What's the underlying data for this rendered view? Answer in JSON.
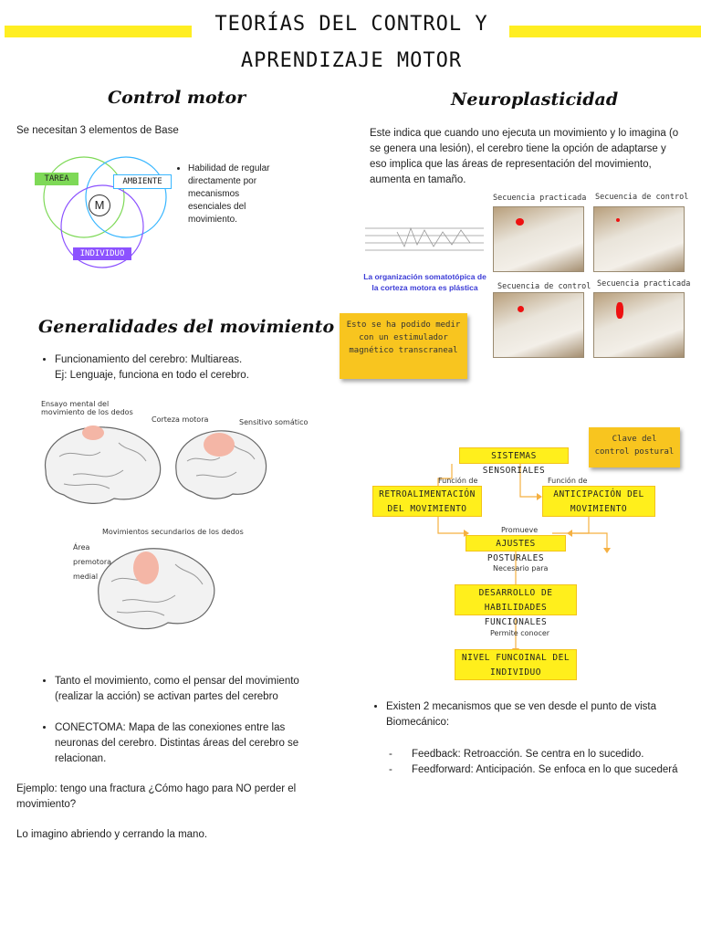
{
  "title": {
    "line1": "TEORÍAS DEL CONTROL Y",
    "line2": "APRENDIZAJE MOTOR"
  },
  "control_motor": {
    "heading": "Control motor",
    "intro": "Se necesitan 3 elementos de Base",
    "venn": {
      "tarea": "TAREA",
      "ambiente": "AMBIENTE",
      "individuo": "INDIVIDUO",
      "center": "M"
    },
    "bullet": "Habilidad de regular directamente por mecanismos esenciales del movimiento."
  },
  "neuroplasticidad": {
    "heading": "Neuroplasticidad",
    "text": "Este indica que cuando uno ejecuta un movimiento y lo imagina (o se genera una lesión), el cerebro tiene la opción de adaptarse y eso implica que las áreas de representación del movimiento, aumenta en tamaño.",
    "graph_caption": "La organización somatotópica de la corteza motora es plástica",
    "sticky": "Esto se ha podido medir con un estimulador magnético transcraneal",
    "photos": [
      "Secuencia practicada",
      "Secuencia de control",
      "Secuencia de control",
      "Secuencia practicada"
    ]
  },
  "generalidades": {
    "heading": "Generalidades del movimiento",
    "bullet1_line1": "Funcionamiento del cerebro: Multiareas.",
    "bullet1_line2": "Ej: Lenguaje, funciona en todo el cerebro.",
    "brain_labels": {
      "ensayo": "Ensayo mental del movimiento de los dedos",
      "corteza": "Corteza motora",
      "sensitivo": "Sensitivo somático",
      "secundarios": "Movimientos secundarios de los dedos",
      "premotora": "Área premotora medial"
    },
    "bullet2": "Tanto el movimiento, como el pensar del movimiento (realizar la acción) se activan partes del cerebro",
    "bullet3": "CONECTOMA: Mapa de las conexiones entre las neuronas del cerebro. Distintas áreas del cerebro se relacionan.",
    "example": "Ejemplo: tengo una fractura ¿Cómo hago para NO perder el movimiento?",
    "answer": "Lo imagino abriendo y cerrando la mano."
  },
  "flow": {
    "sticky": "Clave del control postural",
    "sensoriales": "SISTEMAS SENSORIALES",
    "label_fn1": "Función de",
    "label_fn2": "Función de",
    "retro": "RETROALIMENTACIÓN DEL MOVIMIENTO",
    "antic": "ANTICIPACIÓN DEL MOVIMIENTO",
    "promueve": "Promueve",
    "ajustes": "AJUSTES POSTURALES",
    "necesario": "Necesario para",
    "desarrollo": "DESARROLLO DE HABILIDADES FUNCIONALES",
    "permite": "Permite conocer",
    "nivel": "NIVEL FUNCOINAL DEL INDIVIDUO"
  },
  "mecanismos": {
    "bullet": "Existen 2 mecanismos que se ven desde el punto de vista Biomecánico:",
    "dash1": "Feedback: Retroacción. Se centra en lo sucedido.",
    "dash2": "Feedforward: Anticipación. Se enfoca en lo que sucederá"
  },
  "colors": {
    "yellow": "#ffee22",
    "sticky": "#f8c51f",
    "green": "#7ed957",
    "blue": "#38b6ff",
    "purple": "#8c52ff"
  }
}
